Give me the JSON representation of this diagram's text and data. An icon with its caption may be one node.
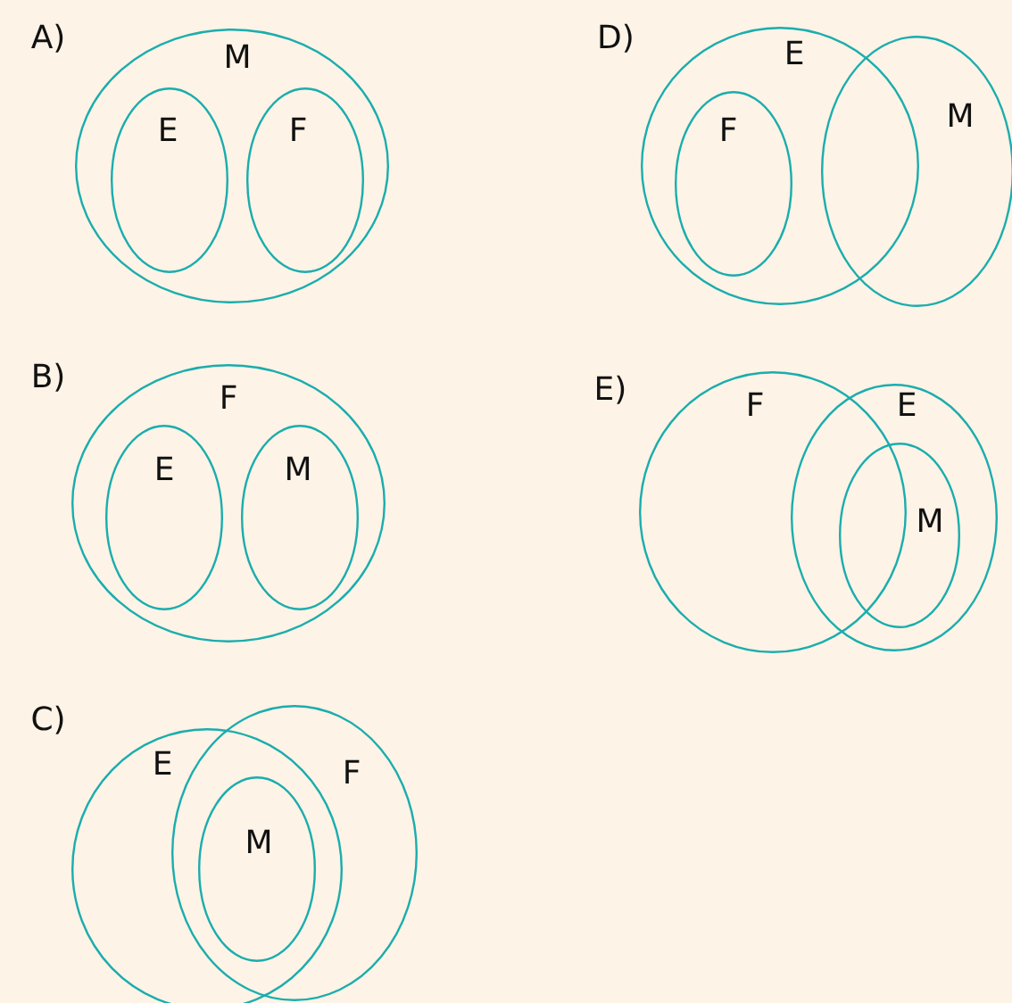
{
  "diagram": {
    "nodes": [
      {
        "text": [
          "M"
        ]
      },
      {
        "text": [
          "E"
        ],
        "in": 0
      },
      {
        "text": [
          "F"
        ],
        "in": 0
      },
      {
        "text": [
          "F"
        ]
      },
      {
        "text": [
          "E"
        ],
        "in": 3
      },
      {
        "text": [
          "M"
        ],
        "in": 3
      },
      {
        "text": [
          "E"
        ]
      },
      {
        "text": [
          "F"
        ]
      },
      {
        "text": [
          "M"
        ]
      },
      {
        "text": [
          "E"
        ]
      },
      {
        "text": [
          "F"
        ],
        "in": 9
      },
      {
        "text": [
          "M"
        ]
      },
      {
        "text": [
          "F"
        ]
      },
      {
        "text": [
          "E"
        ]
      },
      {
        "text": [
          "M"
        ],
        "in": 13
      }
    ],
    "labels": [
      "A)",
      "D)",
      "B)",
      "E)",
      "C)"
    ]
  }
}
